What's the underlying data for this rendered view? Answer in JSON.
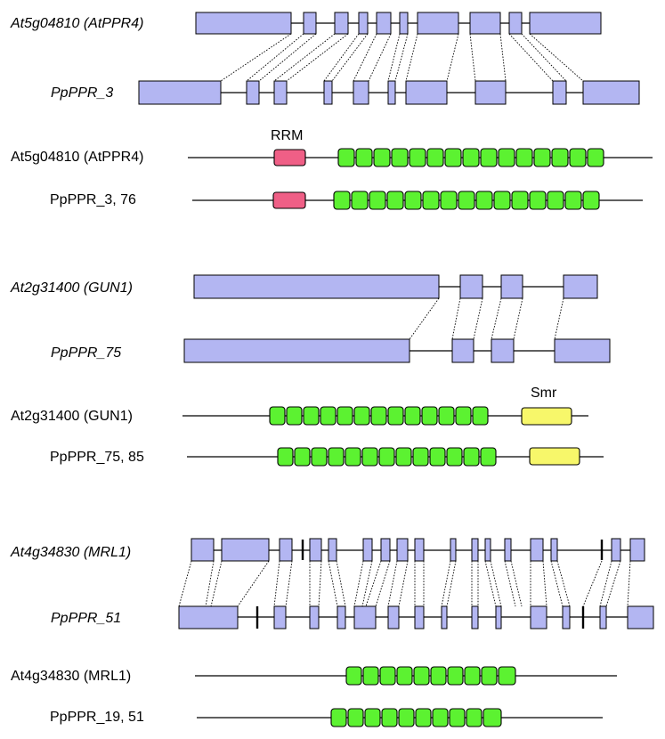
{
  "colors": {
    "exon": "#b3b6f2",
    "ppr_motif": "#5cf231",
    "rrm_domain": "#ef5f86",
    "smr_domain": "#f7f76a",
    "backbone": "#000000"
  },
  "panels": [
    {
      "gene_a": "At5g04810 (AtPPR4)",
      "gene_b": "PpPPR_3",
      "protein_a": "At5g04810 (AtPPR4)",
      "protein_b": "PpPPR_3, 76",
      "domain_name": "RRM"
    },
    {
      "gene_a": "At2g31400 (GUN1)",
      "gene_b": "PpPPR_75",
      "protein_a": "At2g31400 (GUN1)",
      "protein_b": "PpPPR_75, 85",
      "domain_name": "Smr"
    },
    {
      "gene_a": "At4g34830 (MRL1)",
      "gene_b": "PpPPR_51",
      "protein_a": "At4g34830 (MRL1)",
      "protein_b": "PpPPR_19, 51",
      "domain_name": ""
    }
  ]
}
